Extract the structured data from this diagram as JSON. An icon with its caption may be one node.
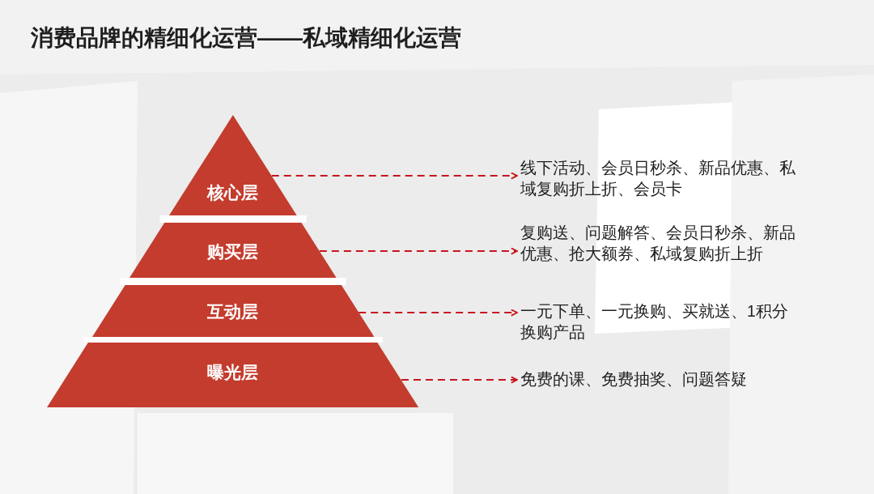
{
  "diagram": {
    "title": "消费品牌的精细化运营——私域精细化运营",
    "nodes": [
      {
        "text": [
          "核心层"
        ]
      },
      {
        "text": [
          "购买层"
        ]
      },
      {
        "text": [
          "互动层"
        ]
      },
      {
        "text": [
          "曝光层"
        ]
      },
      {
        "text": [
          "线下活动、会员日秒杀、新品优惠、私域复购折上折、会员卡"
        ]
      },
      {
        "text": [
          "复购送、问题解答、会员日秒杀、新品优惠、抢大额券、私域复购折上折"
        ]
      },
      {
        "text": [
          "一元下单、一元换购、买就送、1积分换购产品"
        ]
      },
      {
        "text": [
          "免费的课、免费抽奖、问题答疑"
        ]
      }
    ],
    "edges": [
      {
        "from": 0,
        "to": 4,
        "arrow": "to",
        "style": "dashed"
      },
      {
        "from": 1,
        "to": 5,
        "arrow": "to",
        "style": "dashed"
      },
      {
        "from": 2,
        "to": 6,
        "arrow": "to",
        "style": "dashed"
      },
      {
        "from": 3,
        "to": 7,
        "arrow": "to",
        "style": "dashed"
      }
    ]
  }
}
